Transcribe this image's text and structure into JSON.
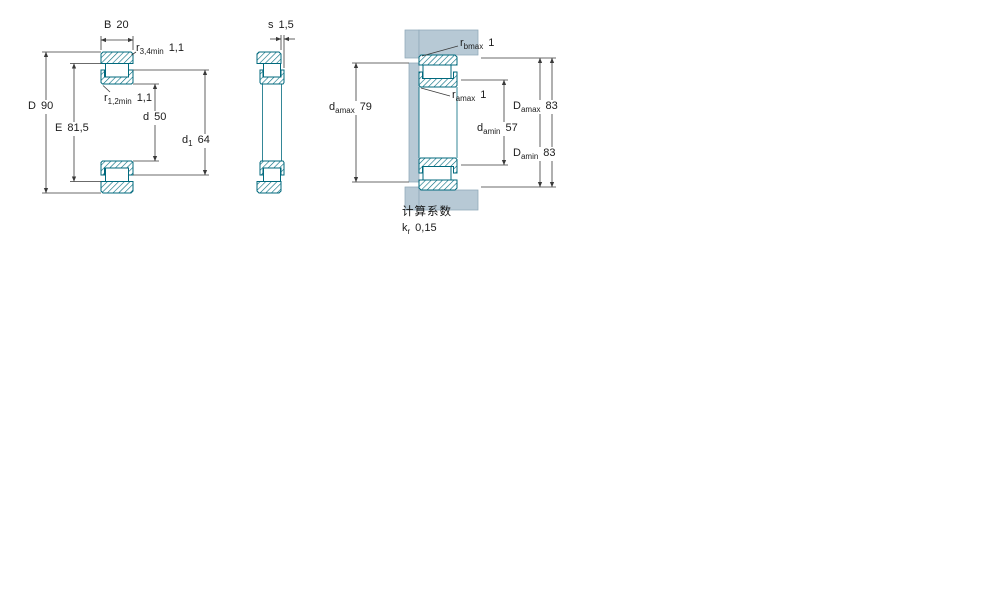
{
  "colors": {
    "bearing_line": "#00697d",
    "abutment_fill": "#b7c9d5",
    "abutment_stroke": "#8ea8b9",
    "dimension_line": "#3a3a3a",
    "text": "#1c1c1c"
  },
  "labels": {
    "B": {
      "sym": "B",
      "sub": "",
      "val": "20"
    },
    "r34": {
      "sym": "r",
      "sub": "3,4min",
      "val": "1,1"
    },
    "s": {
      "sym": "s",
      "sub": "",
      "val": "1,5"
    },
    "rb": {
      "sym": "r",
      "sub": "bmax",
      "val": "1"
    },
    "D": {
      "sym": "D",
      "sub": "",
      "val": "90"
    },
    "E": {
      "sym": "E",
      "sub": "",
      "val": "81,5"
    },
    "r12": {
      "sym": "r",
      "sub": "1,2min",
      "val": "1,1"
    },
    "d": {
      "sym": "d",
      "sub": "",
      "val": "50"
    },
    "d1": {
      "sym": "d",
      "sub": "1",
      "val": "64"
    },
    "ra": {
      "sym": "r",
      "sub": "amax",
      "val": "1"
    },
    "damax": {
      "sym": "d",
      "sub": "amax",
      "val": "79"
    },
    "damin": {
      "sym": "d",
      "sub": "amin",
      "val": "57"
    },
    "Damax": {
      "sym": "D",
      "sub": "amax",
      "val": "83"
    },
    "Damin": {
      "sym": "D",
      "sub": "amin",
      "val": "83"
    },
    "calc_header": "计算系数",
    "kr": {
      "sym": "k",
      "sub": "r",
      "val": "0,15"
    }
  }
}
